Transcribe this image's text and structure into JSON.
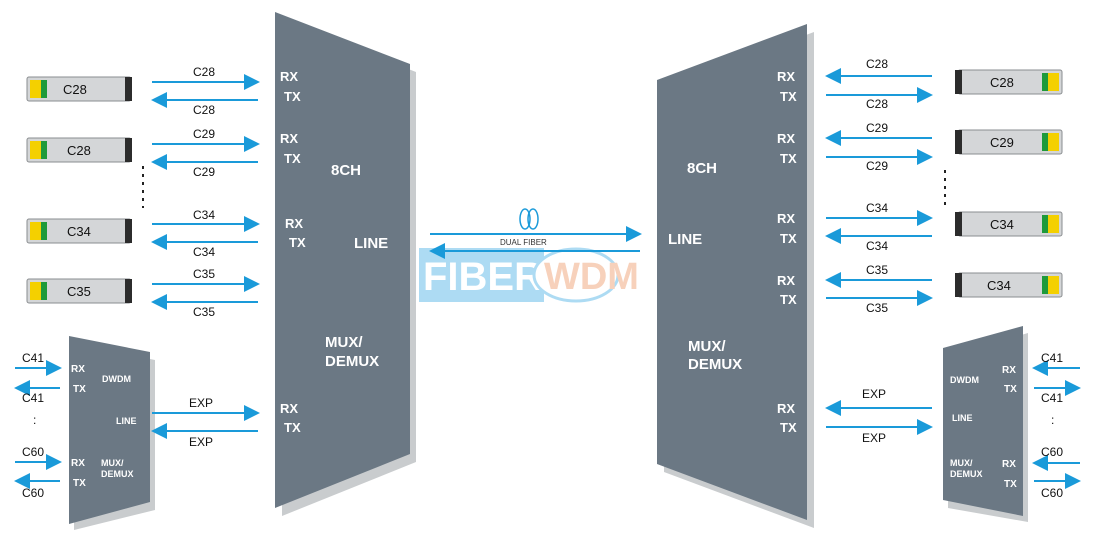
{
  "left_mux": {
    "title": "8CH",
    "line": "LINE",
    "mux": [
      "MUX/",
      "DEMUX"
    ],
    "rx": "RX",
    "tx": "TX"
  },
  "right_mux": {
    "title": "8CH",
    "line": "LINE",
    "mux": [
      "MUX/",
      "DEMUX"
    ],
    "rx": "RX",
    "tx": "TX"
  },
  "left_small": {
    "dwdm": "DWDM",
    "line": "LINE",
    "mux": [
      "MUX/",
      "DEMUX"
    ],
    "rx": "RX",
    "tx": "TX"
  },
  "right_small": {
    "dwdm": "DWDM",
    "line": "LINE",
    "mux": [
      "MUX/",
      "DEMUX"
    ],
    "rx": "RX",
    "tx": "TX"
  },
  "left_modules": [
    "C28",
    "C28",
    "C34",
    "C35"
  ],
  "right_modules": [
    "C28",
    "C29",
    "C34",
    "C34"
  ],
  "left_links": [
    {
      "top": "C28",
      "bottom": "C28"
    },
    {
      "top": "C29",
      "bottom": "C29"
    },
    {
      "top": "C34",
      "bottom": "C34"
    },
    {
      "top": "C35",
      "bottom": "C35"
    }
  ],
  "right_links": [
    {
      "top": "C28",
      "bottom": "C28"
    },
    {
      "top": "C29",
      "bottom": "C29"
    },
    {
      "top": "C34",
      "bottom": "C34"
    },
    {
      "top": "C35",
      "bottom": "C35"
    }
  ],
  "exp": {
    "top": "EXP",
    "bottom": "EXP"
  },
  "edge_labels": {
    "a": "C41",
    "b": "C41",
    "c": "C60",
    "d": "C60"
  },
  "ellipsis_v": "⋮",
  "ellipsis_dot": ":",
  "fiber_label": "DUAL FIBER",
  "watermark": {
    "part1": "FIBER",
    "part2": "WDM"
  },
  "colors": {
    "panel": "#6b7884",
    "arrow": "#1a9ad9"
  }
}
